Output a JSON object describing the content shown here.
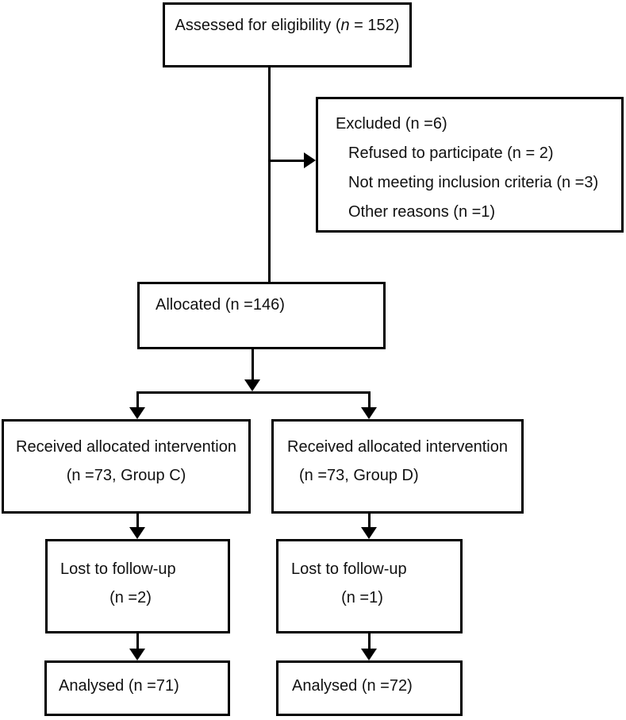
{
  "flowchart": {
    "assessed": {
      "text_prefix": "Assessed for eligibility (",
      "text_n": "n",
      "text_suffix": " = 152)"
    },
    "excluded": {
      "title": "Excluded (n =6)",
      "reasons": [
        "Refused to participate (n = 2)",
        "Not meeting inclusion criteria (n =3)",
        "Other reasons (n =1)"
      ]
    },
    "allocated": {
      "label": "Allocated (n =146)"
    },
    "received_c": {
      "line1": "Received allocated intervention",
      "line2": "(n =73, Group C)"
    },
    "received_d": {
      "line1": "Received allocated intervention",
      "line2": "(n =73, Group D)"
    },
    "lost_c": {
      "line1": "Lost to follow-up",
      "line2": "(n =2)"
    },
    "lost_d": {
      "line1": "Lost to follow-up",
      "line2": "(n =1)"
    },
    "analysed_c": {
      "label": "Analysed (n =71)"
    },
    "analysed_d": {
      "label": "Analysed (n =72)"
    }
  },
  "colors": {
    "line": "#000000",
    "background": "#ffffff",
    "text": "#111111"
  }
}
